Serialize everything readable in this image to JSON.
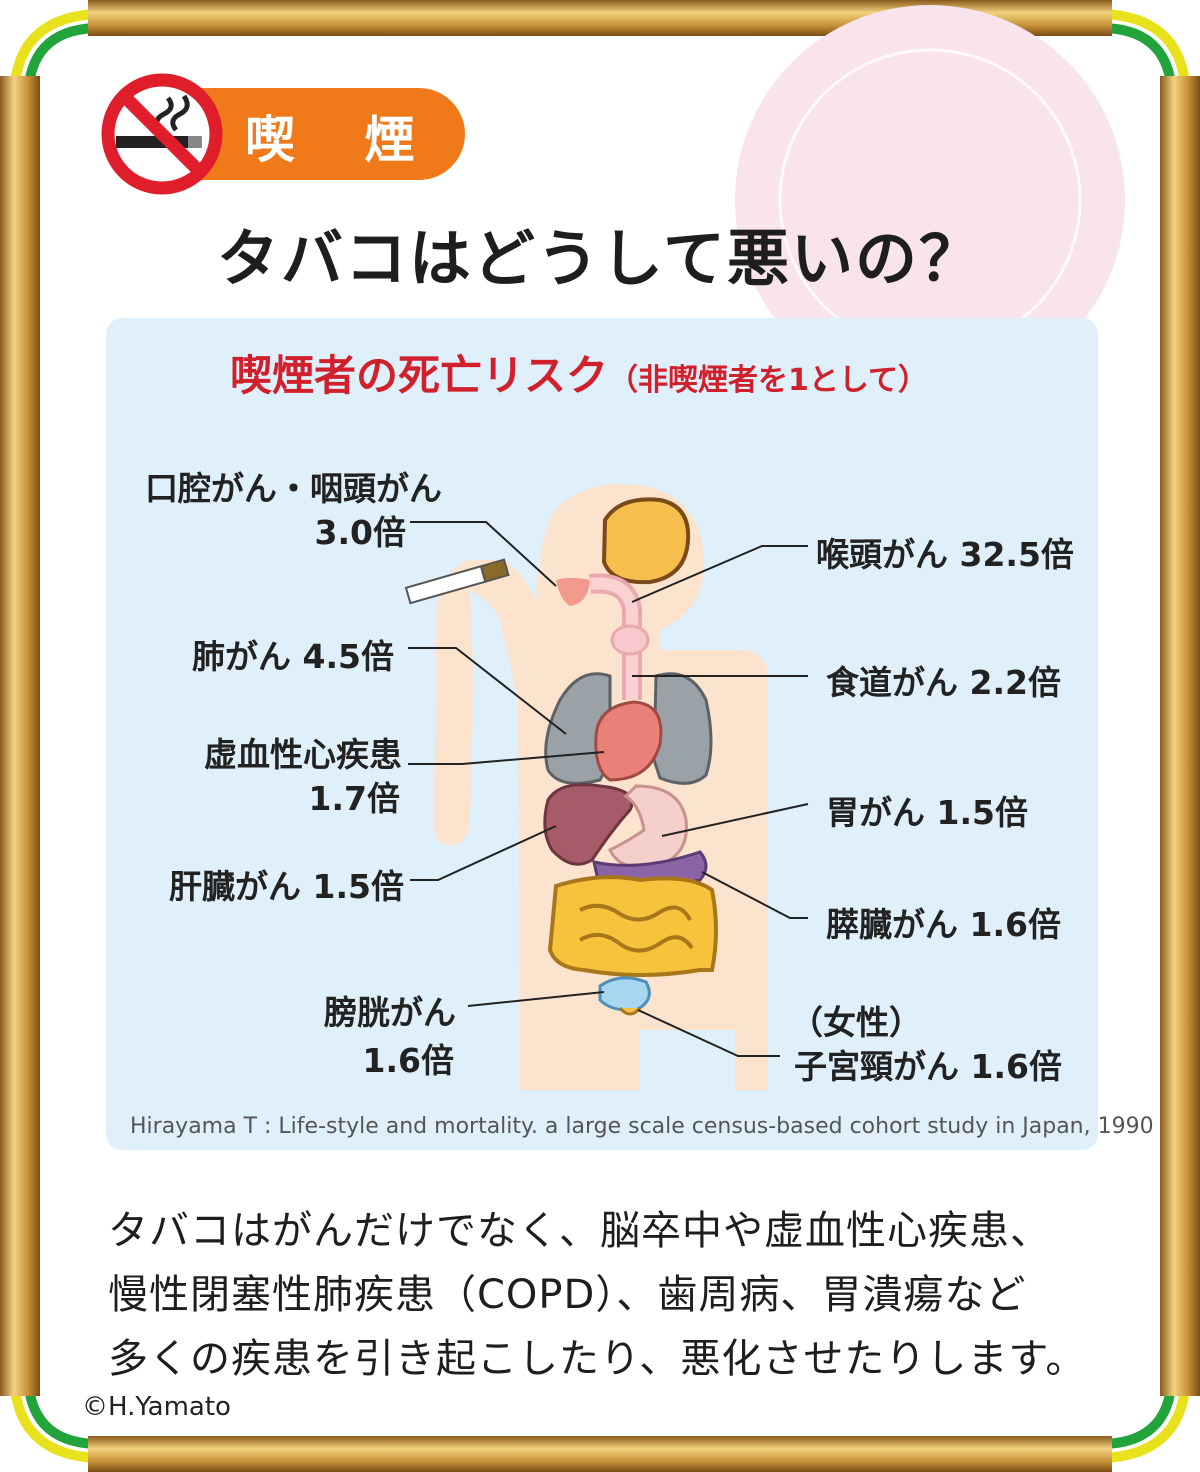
{
  "header": {
    "category_tag": "喫 煙",
    "title": "タバコはどうして悪いの？"
  },
  "panel": {
    "title": "喫煙者の死亡リスク",
    "note": "（非喫煙者を1として）",
    "source": "Hirayama T : Life-style and mortality. a large scale census-based cohort study in Japan, 1990"
  },
  "labels": {
    "oral_name": "口腔がん・咽頭がん",
    "oral_value": "3.0倍",
    "lung": "肺がん 4.5倍",
    "heart_name": "虚血性心疾患",
    "heart_value": "1.7倍",
    "liver": "肝臓がん 1.5倍",
    "bladder_name": "膀胱がん",
    "bladder_value": "1.6倍",
    "larynx": "喉頭がん 32.5倍",
    "esophagus": "食道がん 2.2倍",
    "stomach": "胃がん 1.5倍",
    "pancreas": "膵臓がん 1.6倍",
    "cervix_note": "（女性）",
    "cervix": "子宮頸がん 1.6倍"
  },
  "body_text": [
    "タバコはがんだけでなく、脳卒中や虚血性心疾患、",
    "慢性閉塞性肺疾患（COPD）、歯周病、胃潰瘍など",
    "多くの疾患を引き起こしたり、悪化させたりします。"
  ],
  "copyright": "©H.Yamato",
  "colors": {
    "frame_gold": "#c9973e",
    "frame_green": "#22a33b",
    "frame_yellow": "#e8e21c",
    "tag_orange": "#f07a1a",
    "panel_blue": "#dff0fb",
    "risk_red": "#d0202b",
    "no_smoking_red": "#e01e2b"
  },
  "icons": [
    "no-smoking-icon",
    "cigarette-icon",
    "body-organs-illustration"
  ]
}
